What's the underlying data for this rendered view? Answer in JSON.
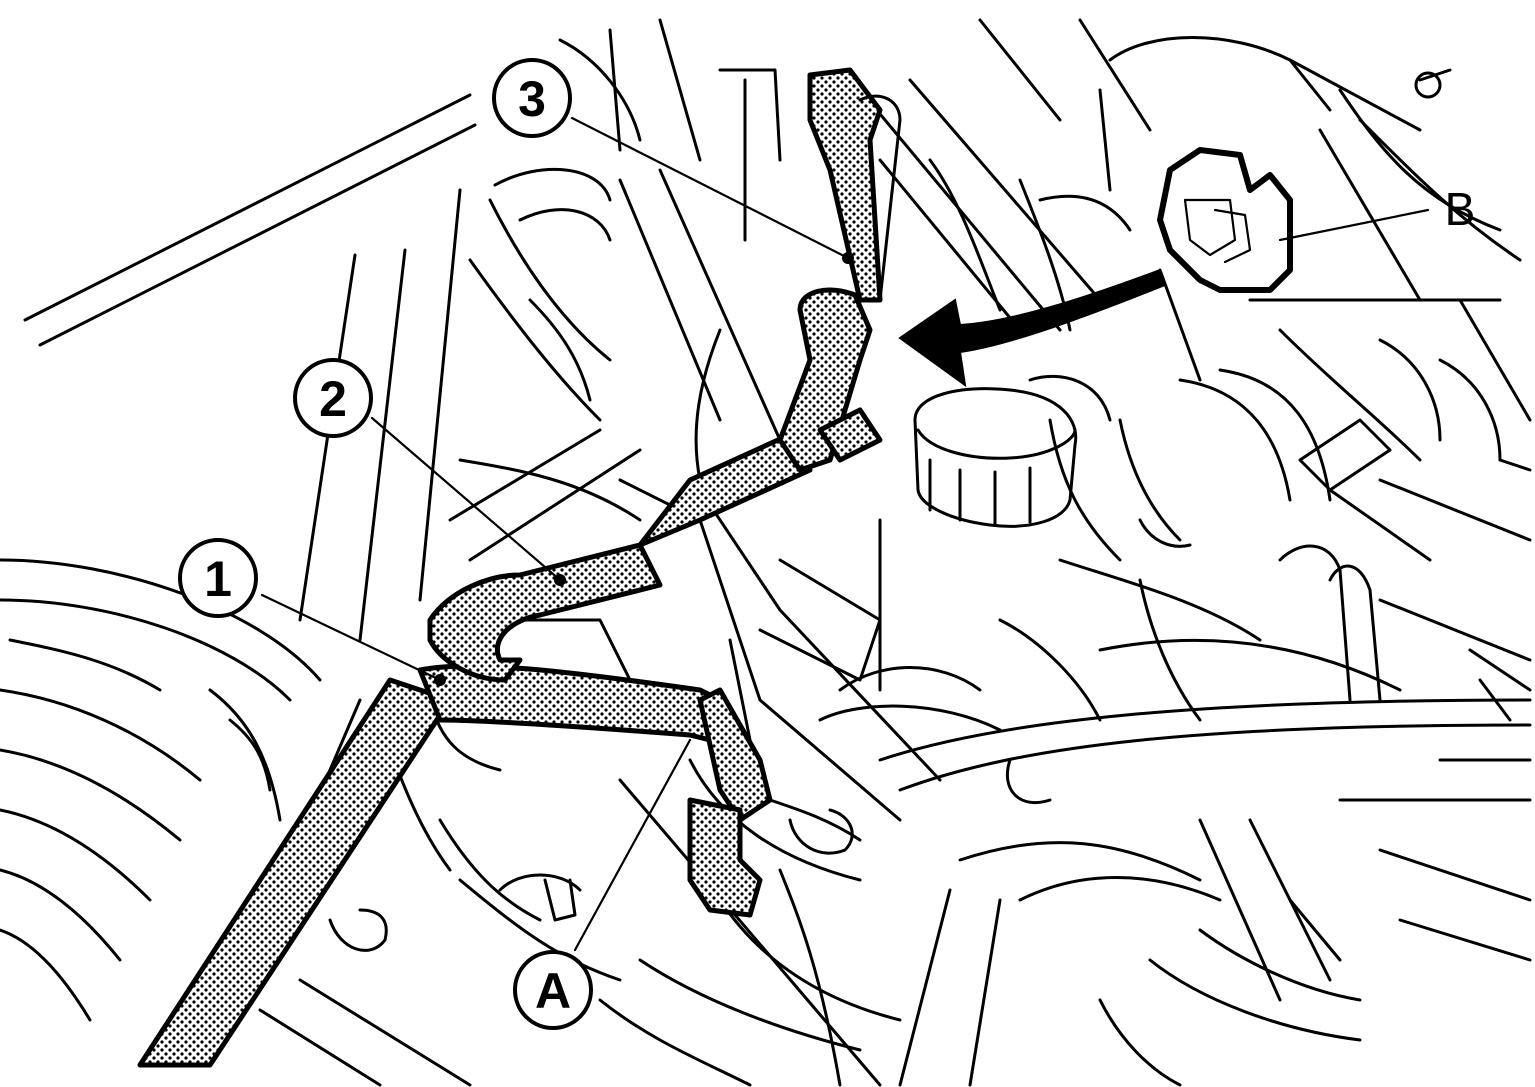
{
  "figure": {
    "callouts": [
      {
        "id": "1",
        "label": "1"
      },
      {
        "id": "2",
        "label": "2"
      },
      {
        "id": "3",
        "label": "3"
      },
      {
        "id": "A",
        "label": "A"
      }
    ],
    "labels": [
      {
        "id": "B",
        "label": "B"
      }
    ],
    "colors": {
      "line": "#000000",
      "background": "#ffffff"
    }
  }
}
